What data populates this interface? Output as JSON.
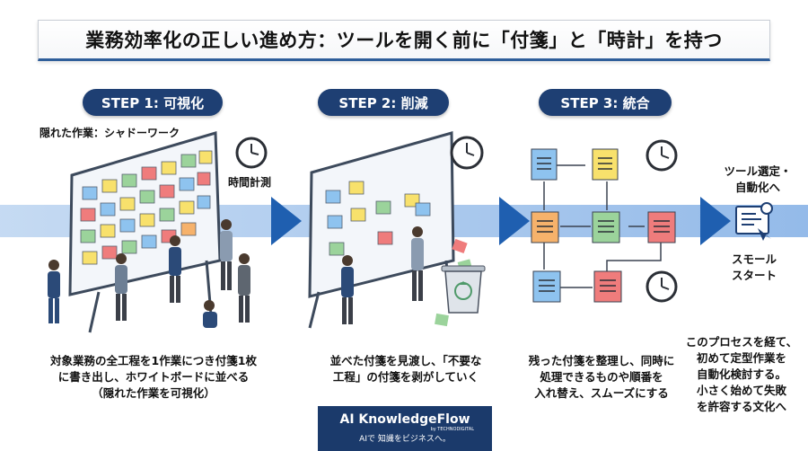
{
  "title": "業務効率化の正しい進め方：ツールを開く前に「付箋」と「時計」を持つ",
  "steps": [
    {
      "label": "STEP 1: 可視化",
      "callout": "隠れた作業：シャドーワーク",
      "clock_label": "時間計測",
      "description": [
        "対象業務の全工程を1作業につき付箋1枚",
        "に書き出し、ホワイトボードに並べる",
        "（隠れた作業を可視化）"
      ]
    },
    {
      "label": "STEP 2: 削減",
      "description": [
        "並べた付箋を見渡し、「不要な",
        "工程」の付箋を剥がしていく"
      ]
    },
    {
      "label": "STEP 3: 統合",
      "description": [
        "残った付箋を整理し、同時に",
        "処理できるものや順番を",
        "入れ替え、スムーズにする"
      ]
    }
  ],
  "final": {
    "top_label": [
      "ツール選定・",
      "自動化へ"
    ],
    "start_label": [
      "スモール",
      "スタート"
    ],
    "description": [
      "このプロセスを経て、",
      "初めて定型作業を",
      "自動化検討する。",
      "小さく始めて失敗",
      "を許容する文化へ"
    ]
  },
  "brand": {
    "name": "AI KnowledgeFlow",
    "by": "by TECHNODIGITAL",
    "tagline": "AIで 知識をビジネスへ。"
  },
  "colors": {
    "navy": "#1e3f73",
    "arrow_blue": "#1f5fb0",
    "note_blue": "#8ec3ef",
    "note_yellow": "#f8e16c",
    "note_green": "#9bd39b",
    "note_red": "#ef7c7c",
    "note_orange": "#f6b26b"
  },
  "icons": [
    "clock-icon",
    "trash-can-icon",
    "recycle-icon",
    "document-icon",
    "gear-icon",
    "hand-cursor-icon"
  ]
}
